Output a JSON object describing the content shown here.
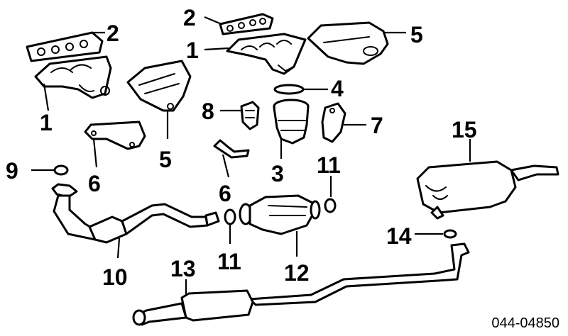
{
  "diagram_id": "044-04850",
  "callouts": {
    "c1": "2",
    "c2": "1",
    "c3": "2",
    "c4": "1",
    "c5": "5",
    "c6": "4",
    "c7": "8",
    "c8": "7",
    "c9": "5",
    "c10": "6",
    "c11": "3",
    "c12": "11",
    "c13": "15",
    "c14": "9",
    "c15": "6",
    "c16": "10",
    "c17": "11",
    "c18": "12",
    "c19": "14",
    "c20": "13"
  }
}
